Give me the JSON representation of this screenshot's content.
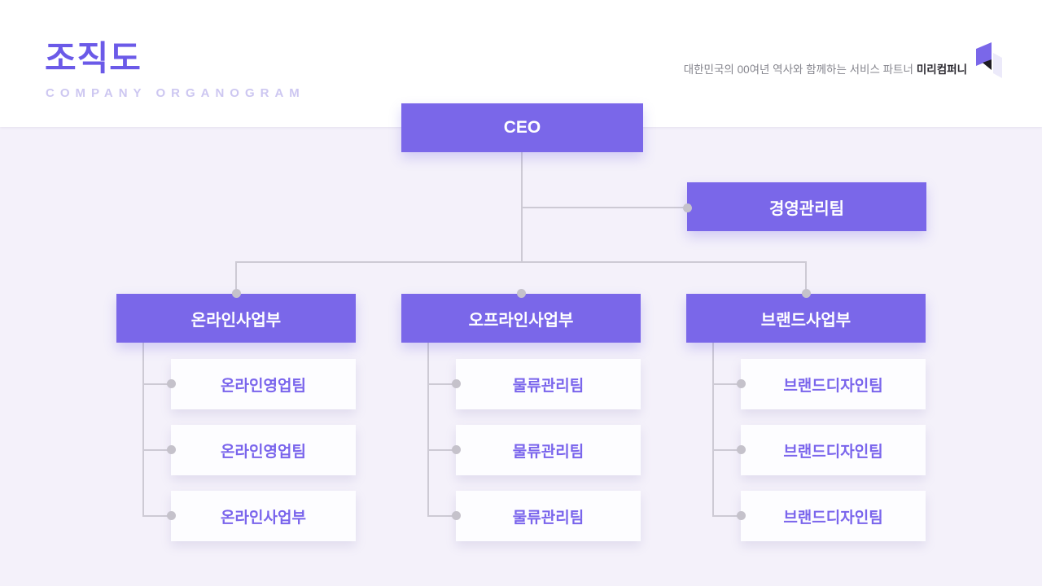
{
  "header": {
    "title": "조직도",
    "subtitle": "COMPANY ORGANOGRAM",
    "tagline": "대한민국의 00여년 역사와 함께하는 서비스 파트너",
    "brand": "미리컴퍼니",
    "logo_icon": "open-book-logo"
  },
  "colors": {
    "accent_purple": "#7a67e9",
    "title_purple": "#6b5ae8",
    "subtitle_lavender": "#cdc7f1",
    "child_text_purple": "#7a65ec",
    "connector_gray": "#cdcad4",
    "page_background": "#f4f1fa",
    "header_background": "#ffffff"
  },
  "chart": {
    "root": {
      "label": "CEO"
    },
    "staff": {
      "label": "경영관리팀"
    },
    "departments": [
      {
        "label": "온라인사업부",
        "children": [
          "온라인영업팀",
          "온라인영업팀",
          "온라인사업부"
        ]
      },
      {
        "label": "오프라인사업부",
        "children": [
          "물류관리팀",
          "물류관리팀",
          "물류관리팀"
        ]
      },
      {
        "label": "브랜드사업부",
        "children": [
          "브랜드디자인팀",
          "브랜드디자인팀",
          "브랜드디자인팀"
        ]
      }
    ]
  }
}
